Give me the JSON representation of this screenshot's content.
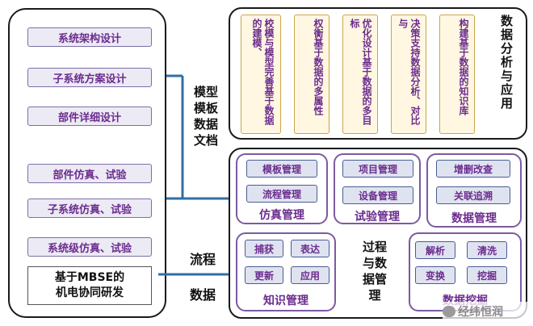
{
  "left": {
    "items": [
      "系统架构设计",
      "子系统方案设计",
      "部件详细设计",
      "部件仿真、试验",
      "子系统仿真、试验",
      "系统级仿真、试验"
    ],
    "title": "基于MBSE的\n机电协同研发"
  },
  "connectors": {
    "upper": "模型\n模板\n数据\n文档",
    "flow": "流程",
    "data": "数据"
  },
  "analysis": {
    "columns": [
      "校模与模型完善基于数据的建模、",
      "权衡基于数据的多属性",
      "优化设计基于数据的多目标",
      "决策支持数据分析、对比与",
      "构建基于数据的知识库"
    ],
    "title": "数据分析与应用"
  },
  "management": {
    "sim": {
      "buttons": [
        "模板管理",
        "流程管理"
      ],
      "label": "仿真管理"
    },
    "test": {
      "buttons": [
        "项目管理",
        "设备管理"
      ],
      "label": "试验管理"
    },
    "data": {
      "buttons": [
        "增删改查",
        "关联追溯"
      ],
      "label": "数据管理"
    },
    "knowledge": {
      "buttons": [
        "捕获",
        "表达",
        "更新",
        "应用"
      ],
      "label": "知识管理"
    },
    "process_title": "过程\n与数\n据管\n理",
    "mining": {
      "buttons": [
        "解析",
        "清洗",
        "变换",
        "挖掘"
      ],
      "label": "数据挖掘"
    }
  },
  "watermark": "经纬恒润"
}
